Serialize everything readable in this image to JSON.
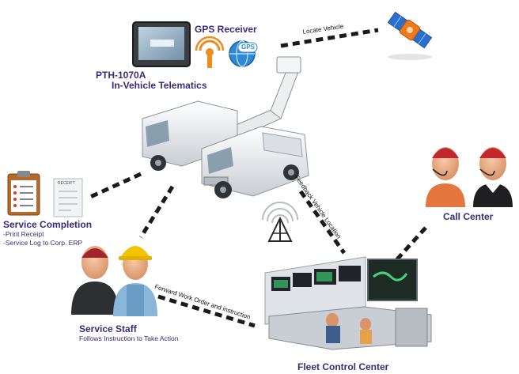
{
  "labels": {
    "device_model": "PTH-1070A",
    "device_name": "In-Vehicle Telematics",
    "gps_receiver": "GPS Receiver",
    "call_center": "Call Center",
    "service_completion": "Service Completion",
    "service_completion_items": [
      "-Print Receipt",
      "-Service Log to Corp. ERP"
    ],
    "service_staff": "Service Staff",
    "service_staff_desc": "Follows Instruction to Take Action",
    "fleet_control_center": "Fleet Control Center",
    "receipt_text": "RECEIPT",
    "gps_badge": "GPS"
  },
  "links": {
    "locate_vehicle": "Locate Vehicle",
    "feedback_location": "Feedback Vehicle Location",
    "forward_work_order": "Forward Work Order and instruction"
  },
  "colors": {
    "label_purple": "#3b2a78",
    "dash_line": "#1a1a1a",
    "gps_blue": "#2d8ad6",
    "receiver_orange": "#f08c1e",
    "satellite_blue": "#2a6fd0",
    "satellite_orange": "#f07a1a"
  },
  "icons": {
    "tablet": "tablet-pc-icon",
    "receiver": "gps-receiver-icon",
    "globe": "gps-globe-icon",
    "satellite": "satellite-icon",
    "truck": "utility-bucket-truck-icon",
    "tower": "radio-tower-icon",
    "call_center": "call-center-agents-icon",
    "clipboard": "clipboard-icon",
    "receipt": "receipt-icon",
    "staff": "service-staff-icon",
    "control_room": "control-room-icon"
  }
}
